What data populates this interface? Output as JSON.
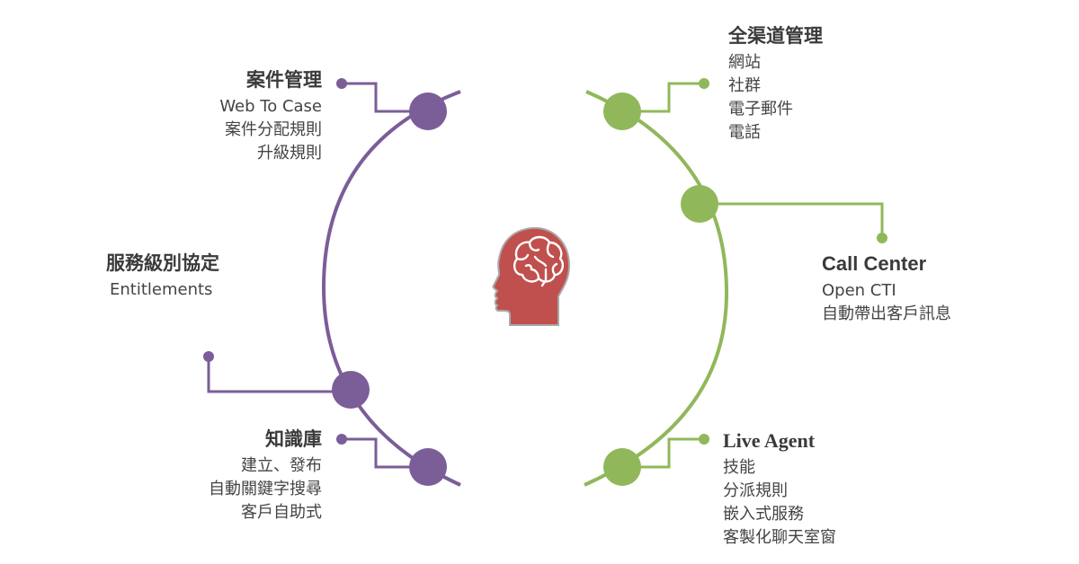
{
  "colors": {
    "left_arc": "#7b5d98",
    "right_arc": "#90b85a",
    "head": "#c0504d"
  },
  "icons": {
    "center": "brain-head-icon"
  },
  "left": [
    {
      "title": "案件管理",
      "lines": [
        "Web To Case",
        "案件分配規則",
        "升級規則"
      ]
    },
    {
      "title": "服務級別協定",
      "lines": [
        "Entitlements"
      ]
    },
    {
      "title": "知識庫",
      "lines": [
        "建立、發布",
        "自動關鍵字搜尋",
        "客戶自助式"
      ]
    }
  ],
  "right": [
    {
      "title": "全渠道管理",
      "lines": [
        "網站",
        "社群",
        "電子郵件",
        "電話"
      ]
    },
    {
      "title": "Call Center",
      "lines": [
        "Open CTI",
        "自動帶出客戶訊息"
      ]
    },
    {
      "title": "Live Agent",
      "lines": [
        "技能",
        "分派規則",
        "嵌入式服務",
        "客製化聊天室窗"
      ]
    }
  ]
}
